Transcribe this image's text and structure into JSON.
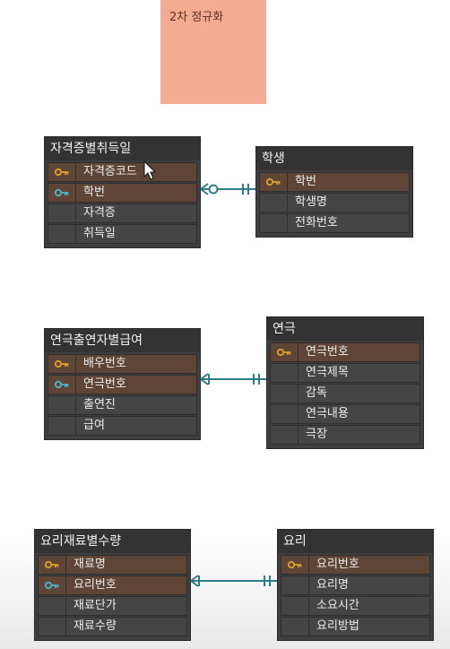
{
  "note": {
    "text": "2차 정규화"
  },
  "entities": [
    {
      "title": "자격증별취득일",
      "rows": [
        "자격증코드",
        "학번",
        "자격증",
        "취득일"
      ]
    },
    {
      "title": "학생",
      "rows": [
        "학번",
        "학생명",
        "전화번호"
      ]
    },
    {
      "title": "연극출연자별급여",
      "rows": [
        "배우번호",
        "연극번호",
        "출연진",
        "급여"
      ]
    },
    {
      "title": "연극",
      "rows": [
        "연극번호",
        "연극제목",
        "감독",
        "연극내용",
        "극장"
      ]
    },
    {
      "title": "요리재료별수량",
      "rows": [
        "재료명",
        "요리번호",
        "재료단가",
        "재료수량"
      ]
    },
    {
      "title": "요리",
      "rows": [
        "요리번호",
        "요리명",
        "소요시간",
        "요리방법"
      ]
    }
  ],
  "colors": {
    "primary_key": "#e0a02c",
    "foreign_key": "#4cb8c4",
    "connector": "#2f7d86"
  },
  "icons": [
    "key-icon",
    "mouse-pointer-icon"
  ]
}
